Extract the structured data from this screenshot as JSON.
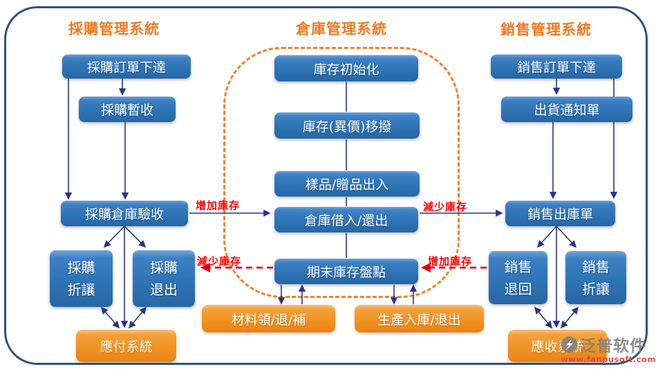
{
  "headers": {
    "purchase": "採購管理系統",
    "warehouse": "倉庫管理系統",
    "sales": "銷售管理系統"
  },
  "nodes": {
    "purchaseOrder": "採購訂單下達",
    "purchaseTempReceipt": "採購暫收",
    "purchaseInspection": "採購倉庫驗收",
    "purchaseAllowance": "採購\n折讓",
    "purchaseReturn": "採購\n退出",
    "payableSystem": "應付系統",
    "invInit": "庫存初始化",
    "invTransfer": "庫存(異價)移撥",
    "sampleGift": "樣品/贈品出入",
    "borrowReturn": "倉庫借入/還出",
    "endingCount": "期末庫存盤點",
    "materialIssue": "材料領/退/補",
    "productionIn": "生產入庫/退出",
    "salesOrder": "銷售訂單下達",
    "shipNotice": "出貨通知單",
    "salesIssue": "銷售出庫單",
    "salesReturn": "銷售\n退回",
    "salesAllowance": "銷售\n折讓",
    "receivableSystem": "應收系統"
  },
  "flow_labels": {
    "left_increase": "增加庫存",
    "left_decrease": "減少庫存",
    "right_decrease": "減少庫存",
    "right_increase": "增加庫存"
  },
  "edges": [
    {
      "from": "採購訂單下達",
      "to": "採購暫收",
      "style": "solid-arrow"
    },
    {
      "from": "採購訂單下達",
      "to": "採購倉庫驗收",
      "style": "solid-arrow"
    },
    {
      "from": "採購暫收",
      "to": "採購倉庫驗收",
      "style": "solid-arrow"
    },
    {
      "from": "採購倉庫驗收",
      "to": "採購折讓",
      "style": "solid-arrow"
    },
    {
      "from": "採購倉庫驗收",
      "to": "採購退出",
      "style": "solid-arrow"
    },
    {
      "from": "採購倉庫驗收",
      "to": "應付系統",
      "style": "solid-arrow"
    },
    {
      "from": "採購折讓",
      "to": "應付系統",
      "style": "double-arrow"
    },
    {
      "from": "採購退出",
      "to": "應付系統",
      "style": "double-arrow"
    },
    {
      "from": "採購倉庫驗收",
      "to": "倉庫借入/還出",
      "style": "solid-arrow",
      "label": "增加庫存"
    },
    {
      "from": "庫存初始化",
      "to": "庫存(異價)移撥",
      "style": "line"
    },
    {
      "from": "庫存(異價)移撥",
      "to": "樣品/贈品出入",
      "style": "line"
    },
    {
      "from": "樣品/贈品出入",
      "to": "倉庫借入/還出",
      "style": "line"
    },
    {
      "from": "倉庫借入/還出",
      "to": "期末庫存盤點",
      "style": "line"
    },
    {
      "from": "期末庫存盤點",
      "to": "材料領/退/補",
      "style": "paired-arrows"
    },
    {
      "from": "期末庫存盤點",
      "to": "生產入庫/退出",
      "style": "paired-arrows"
    },
    {
      "from": "期末庫存盤點",
      "to": "採購退出",
      "style": "red-dashed-arrow",
      "label": "減少庫存"
    },
    {
      "from": "倉庫借入/還出",
      "to": "銷售出庫單",
      "style": "solid-arrow",
      "label": "減少庫存"
    },
    {
      "from": "銷售退回",
      "to": "期末庫存盤點",
      "style": "red-dashed-arrow",
      "label": "增加庫存"
    },
    {
      "from": "銷售訂單下達",
      "to": "出貨通知單",
      "style": "solid-arrow"
    },
    {
      "from": "銷售訂單下達",
      "to": "銷售出庫單",
      "style": "solid-arrow"
    },
    {
      "from": "出貨通知單",
      "to": "銷售出庫單",
      "style": "solid-arrow"
    },
    {
      "from": "銷售出庫單",
      "to": "銷售退回",
      "style": "solid-arrow"
    },
    {
      "from": "銷售出庫單",
      "to": "銷售折讓",
      "style": "solid-arrow"
    },
    {
      "from": "銷售出庫單",
      "to": "應收系統",
      "style": "solid-arrow"
    },
    {
      "from": "銷售退回",
      "to": "應收系統",
      "style": "double-arrow"
    },
    {
      "from": "銷售折讓",
      "to": "應收系統",
      "style": "double-arrow"
    }
  ],
  "watermark": {
    "brand": "泛普软件",
    "url": "www.fanpusoft.com"
  },
  "colors": {
    "node_blue": "#2E74B5",
    "node_orange": "#F0921E",
    "header_orange": "#F07B21",
    "flow_label_red": "#FF0000",
    "connector_navy": "#27348B",
    "dashed_boundary_orange": "#F0802A",
    "outer_border_blue": "#2C5377",
    "watermark_gray": "#7D7D7D",
    "watermark_url_red": "#E04848"
  }
}
